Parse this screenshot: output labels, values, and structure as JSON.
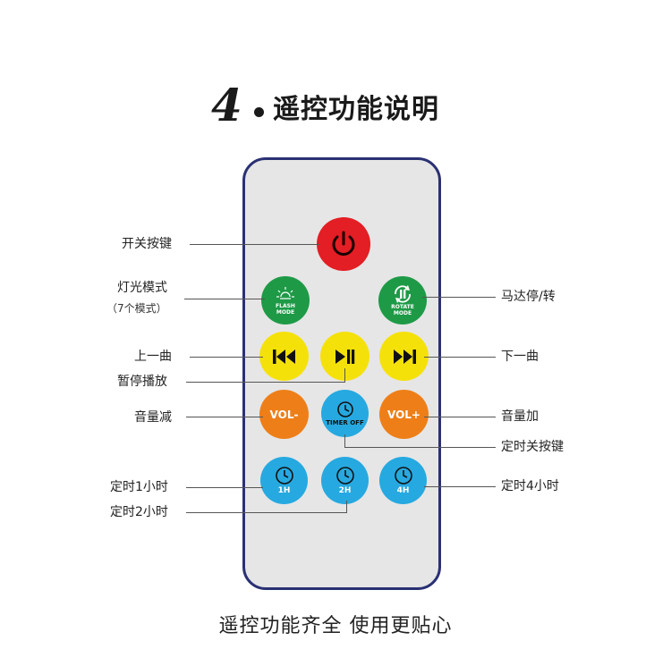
{
  "title": {
    "number": "4",
    "text": "遥控功能说明"
  },
  "remote": {
    "power_button": {
      "icon": "power-icon",
      "color": "#e31e24"
    },
    "flash_mode": {
      "line1": "FLASH",
      "line2": "MODE",
      "icon": "sun-icon",
      "color": "#1e9a47"
    },
    "rotate_mode": {
      "line1": "ROTATE",
      "line2": "MODE",
      "icon": "rotate-pause-icon",
      "color": "#1e9a47"
    },
    "prev": {
      "icon": "prev-track-icon",
      "color": "#f5e10a"
    },
    "play_pause": {
      "icon": "play-pause-icon",
      "color": "#f5e10a"
    },
    "next": {
      "icon": "next-track-icon",
      "color": "#f5e10a"
    },
    "vol_minus": {
      "label": "VOL-",
      "color": "#ee7f18"
    },
    "timer_off": {
      "label": "TIMER OFF",
      "icon": "clock-icon",
      "color": "#26a9e0"
    },
    "vol_plus": {
      "label": "VOL+",
      "color": "#ee7f18"
    },
    "timer_1h": {
      "label": "1H",
      "icon": "clock-icon",
      "color": "#26a9e0"
    },
    "timer_2h": {
      "label": "2H",
      "icon": "clock-icon",
      "color": "#26a9e0"
    },
    "timer_4h": {
      "label": "4H",
      "icon": "clock-icon",
      "color": "#26a9e0"
    }
  },
  "callouts": {
    "power": "开关按键",
    "flash": "灯光模式",
    "flash_sub": "（7个模式）",
    "rotate": "马达停/转",
    "prev": "上一曲",
    "next": "下一曲",
    "play": "暂停播放",
    "vol_minus": "音量减",
    "vol_plus": "音量加",
    "timer_off": "定时关按键",
    "timer_1h": "定时1小时",
    "timer_2h": "定时2小时",
    "timer_4h": "定时4小时"
  },
  "footer": "遥控功能齐全  使用更贴心"
}
